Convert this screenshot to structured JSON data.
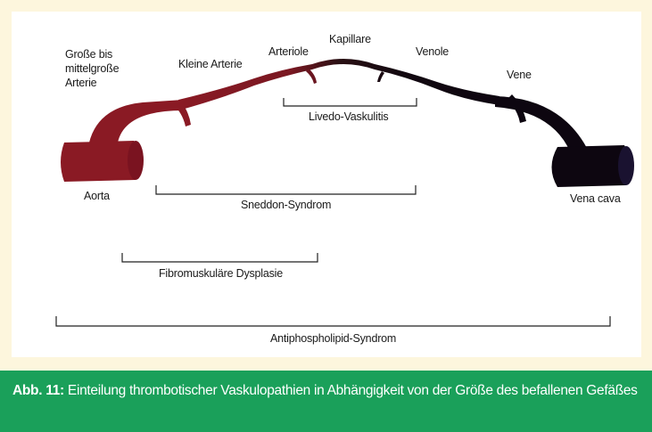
{
  "vessels": {
    "large_artery": "Große bis mittelgroße Arterie",
    "small_artery": "Kleine Arterie",
    "arteriole": "Arteriole",
    "capillary": "Kapillare",
    "venule": "Venole",
    "vein": "Vene",
    "aorta": "Aorta",
    "vena_cava": "Vena cava"
  },
  "syndromes": {
    "livedo": "Livedo-Vaskulitis",
    "sneddon": "Sneddon-Syndrom",
    "fibromuscular": "Fibromuskuläre Dysplasie",
    "antiphospholipid": "Antiphospholipid-Syndrom"
  },
  "caption": {
    "label": "Abb. 11:",
    "text": "Einteilung thrombotischer Vaskulopathien in Abhängigkeit von der Größe des befallenen Gefäßes"
  },
  "colors": {
    "arterial": "#8a1a24",
    "venous": "#0d0610",
    "caption_bg": "#1aa05a"
  }
}
